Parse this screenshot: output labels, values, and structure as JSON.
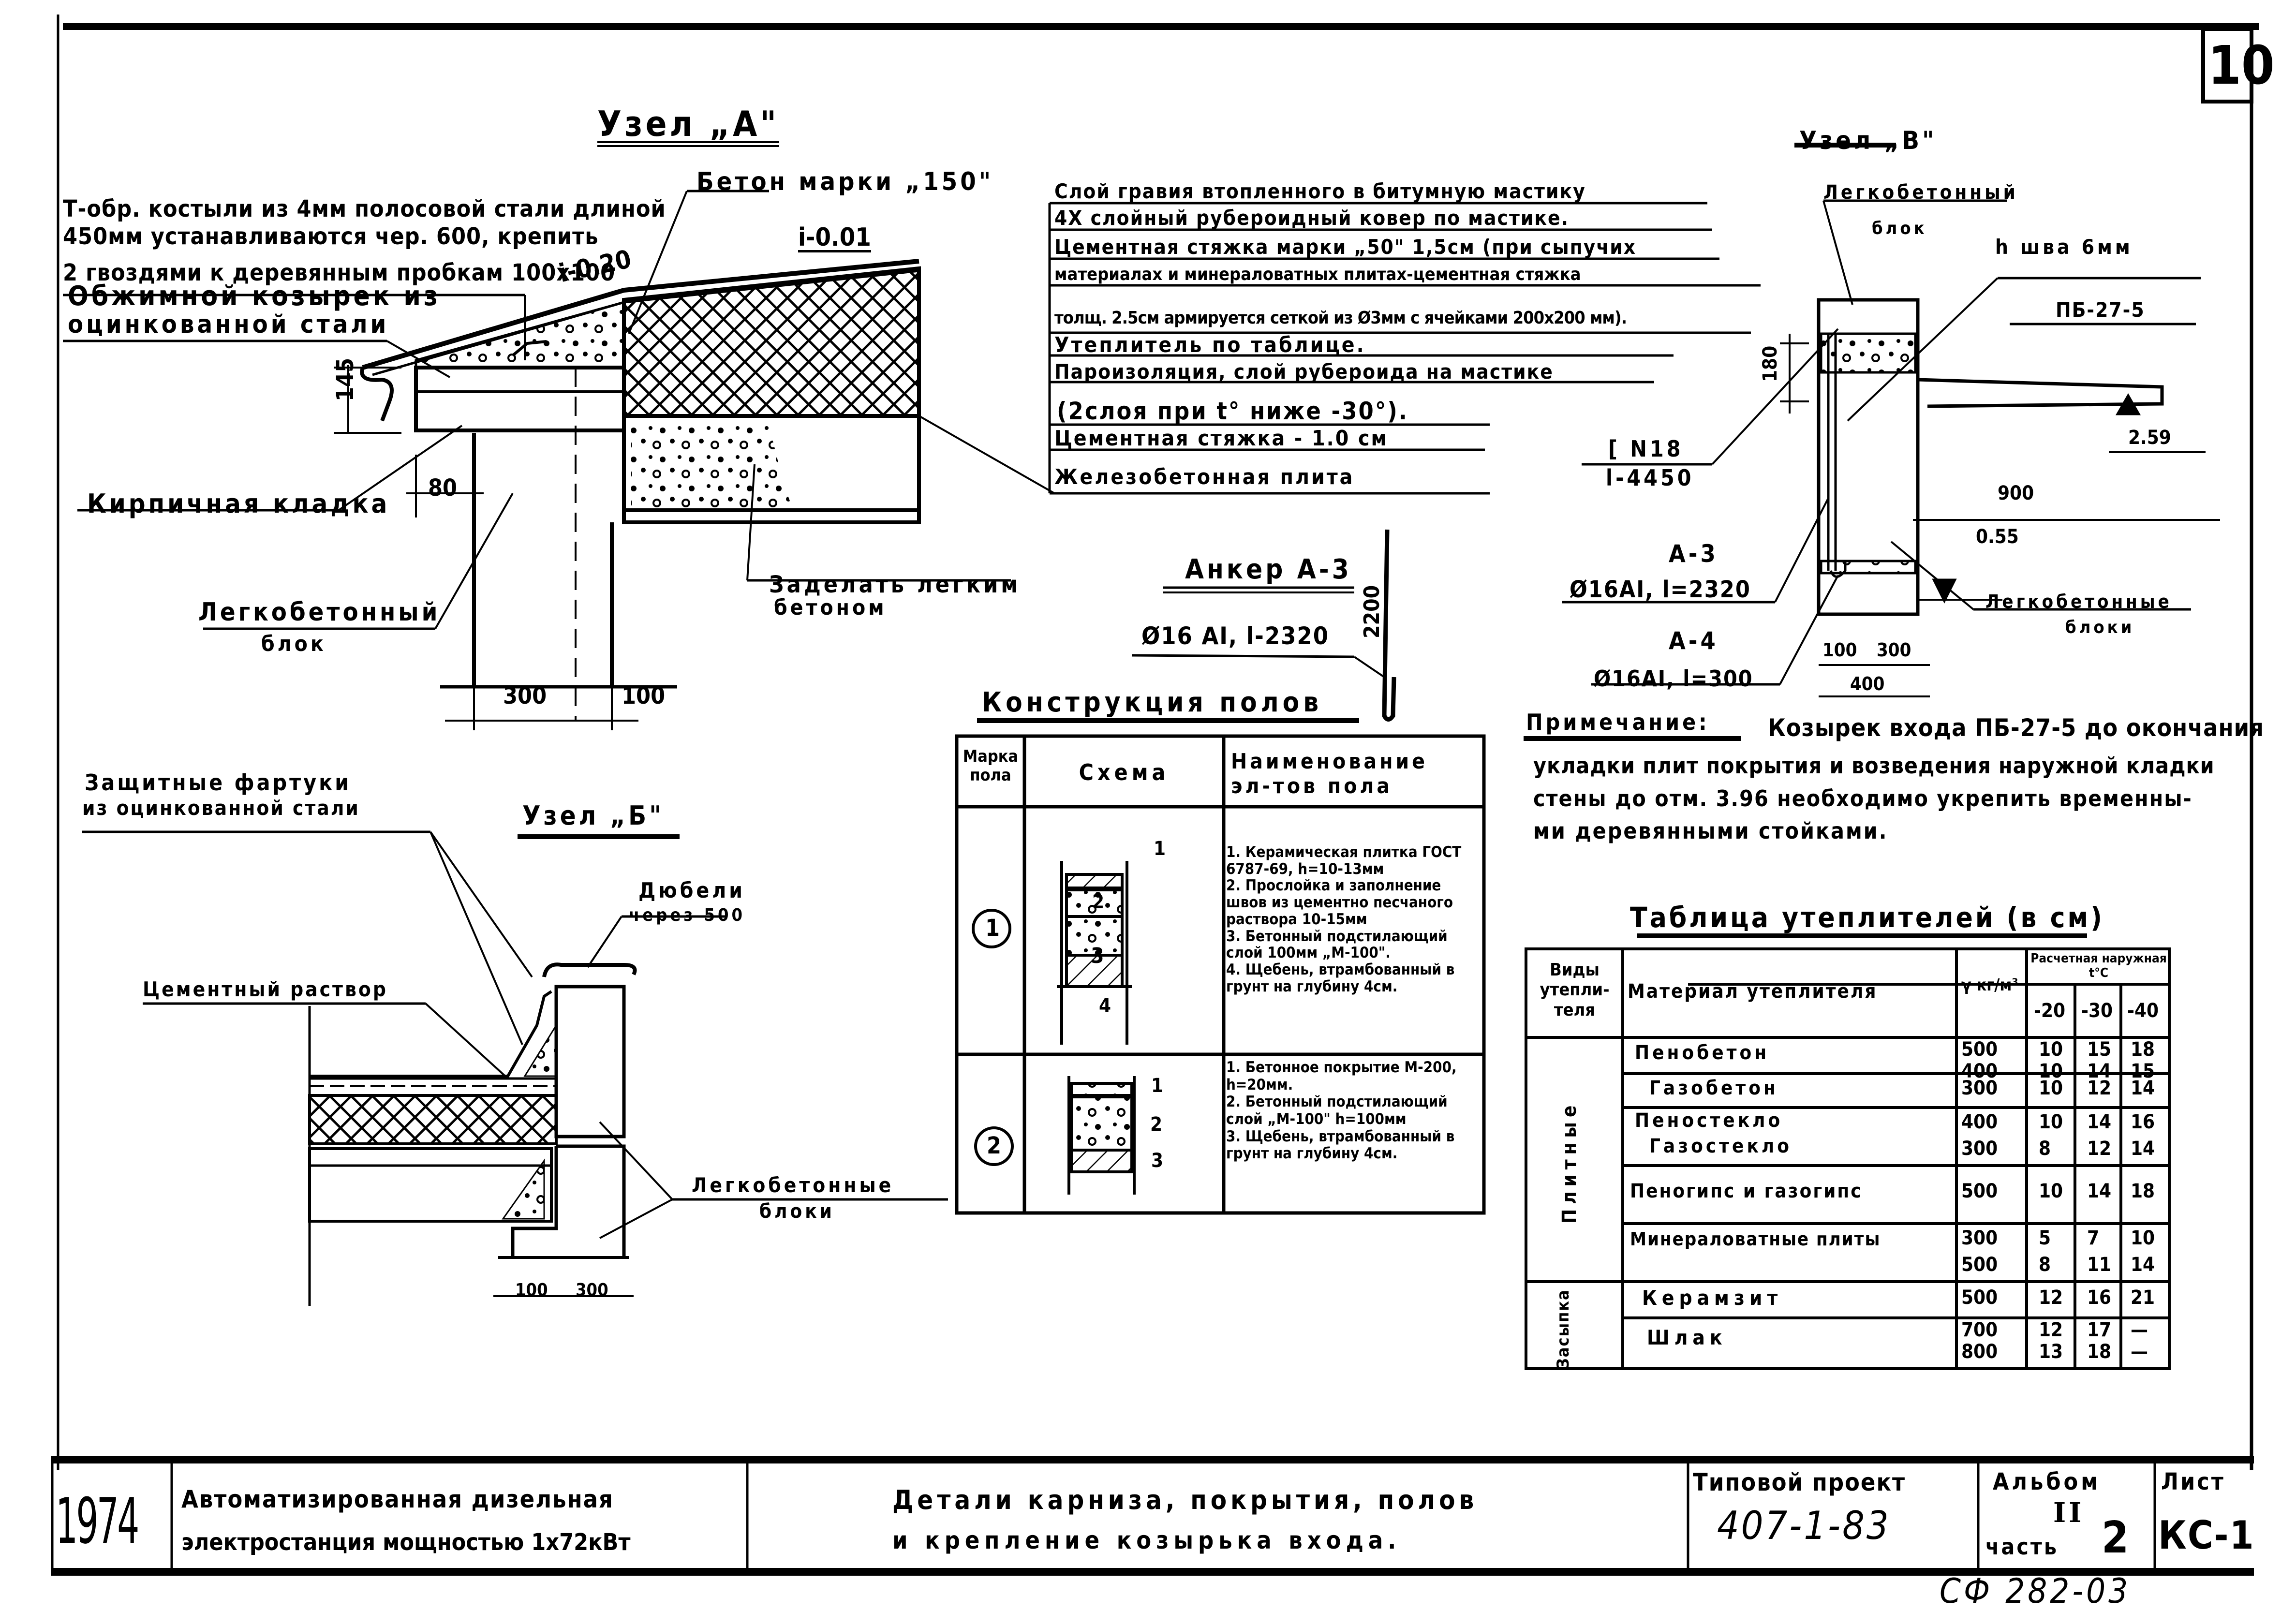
{
  "sheet": {
    "sheet_number": "10",
    "year": "1974",
    "project_name_line1": "Автоматизированная дизельная",
    "project_name_line2": "электростанция мощностью 1х72кВт",
    "drawing_title_line1": "Детали карниза, покрытия, полов",
    "drawing_title_line2": "и крепление козырька входа.",
    "typical_project_label": "Типовой проект",
    "typical_project_value": "407-1-83",
    "album_label": "Альбом",
    "album_value": "II",
    "part_label": "часть",
    "part_value": "2",
    "sheet_label": "Лист",
    "sheet_value": "КС-1",
    "archive_number": "СФ 282-03"
  },
  "node_a": {
    "title": "Узел „А\"",
    "note_bracket_line1": "Т-обр. костыли из 4мм полосовой стали длиной",
    "note_bracket_line2": "450мм устанавливаются чер. 600, крепить",
    "note_bracket_line3": "2 гвоздями к деревянным пробкам 100х100",
    "note_visor_line1": "Обжимной козырек из",
    "note_visor_line2": "оцинкованной стали",
    "concrete_label": "Бетон марки „150\"",
    "slope_1": "i-0.20",
    "slope_2": "i-0.01",
    "dim_145": "145",
    "dim_80": "80",
    "dim_300": "300",
    "dim_100": "100",
    "brick_label": "Кирпичная кладка",
    "block_label_line1": "Легкобетонный",
    "block_label_line2": "блок",
    "fill_label_line1": "Заделать легким",
    "fill_label_line2": "бетоном"
  },
  "roof_layers": [
    "Слой гравия втопленного в битумную мастику",
    "4Х слойный рубероидный ковер по мастике.",
    "Цементная стяжка марки „50\" 1,5см (при сыпучих",
    "материалах и минераловатных плитах-цементная стяжка",
    "толщ. 2.5см армируется сеткой из Ø3мм с ячейками 200х200 мм).",
    "Утеплитель по таблице.",
    "Пароизоляция, слой рубероида на мастике",
    "(2слоя при t° ниже -30°).",
    "Цементная стяжка - 1.0 см",
    "Железобетонная плита"
  ],
  "anchor": {
    "title": "Анкер А-3",
    "spec": "Ø16 AI, l-2320",
    "dim": "2200"
  },
  "node_v": {
    "title": "Узел „В\"",
    "block_label_line1": "Легкобетонный",
    "block_label_line2": "блок",
    "seam_label": "h шва 6мм",
    "slab_label": "ПБ-27-5",
    "channel_line1": "[ N18",
    "channel_line2": "l-4450",
    "dim_180": "180",
    "level_259": "2.59",
    "dim_900": "900",
    "level_055": "0.55",
    "a3_line1": "А-3",
    "a3_line2": "Ø16AI, l=2320",
    "a4_line1": "А-4",
    "a4_line2": "Ø16AI, l=300",
    "blocks_label_line1": "Легкобетонные",
    "blocks_label_line2": "блоки",
    "dim_100": "100",
    "dim_300": "300",
    "dim_400": "400"
  },
  "note": {
    "label": "Примечание:",
    "line1": "Козырек входа ПБ-27-5 до окончания",
    "line2": "укладки плит покрытия и возведения наружной кладки",
    "line3": "стены до отм. 3.96 необходимо укрепить временны-",
    "line4": "ми деревянными стойками."
  },
  "node_b": {
    "title": "Узел „Б\"",
    "aprons_line1": "Защитные фартуки",
    "aprons_line2": "из оцинкованной стали",
    "dowels_line1": "Дюбели",
    "dowels_line2": "через 500",
    "mortar_label": "Цементный раствор",
    "blocks_line1": "Легкобетонные",
    "blocks_line2": "блоки",
    "dim_100": "100",
    "dim_300": "300"
  },
  "floors_table": {
    "title": "Конструкция полов",
    "headers": [
      "Марка пола",
      "Схема",
      "Наименование эл-тов пола"
    ],
    "rows": [
      {
        "mark": "1",
        "layer_numbers": [
          "1",
          "2",
          "3",
          "4"
        ],
        "elements": [
          "1. Керамическая плитка ГОСТ 6787-69, h=10-13мм",
          "2. Прослойка и заполнение швов из цементно песчаного раствора 10-15мм",
          "3. Бетонный подстилающий слой 100мм „М-100\".",
          "4. Щебень, втрамбованный в грунт на глубину 4см."
        ]
      },
      {
        "mark": "2",
        "layer_numbers": [
          "1",
          "2",
          "3"
        ],
        "elements": [
          "1. Бетонное покрытие М-200, h=20мм.",
          "2. Бетонный подстилающий слой „М-100\" h=100мм",
          "3. Щебень, втрамбованный в грунт на глубину 4см."
        ]
      }
    ]
  },
  "insulation_table": {
    "title": "Таблица утеплителей (в см)",
    "headers": {
      "type": "Виды утепли-теля",
      "material": "Материал утеплителя",
      "density": "γ кг/м³",
      "temp_group": "Расчетная наружная t°C",
      "temps": [
        "-20",
        "-30",
        "-40"
      ]
    },
    "groups": [
      {
        "type": "Плитные",
        "rows": [
          {
            "material": "Пенобетон / газобетон",
            "densities": [
              "500",
              "400",
              "300"
            ],
            "t20": [
              "10",
              "10",
              "10"
            ],
            "t30": [
              "15",
              "14",
              "12"
            ],
            "t40": [
              "18",
              "15",
              "14"
            ]
          },
          {
            "material": "Пеностекло / газостекло",
            "densities": [
              "400",
              "300"
            ],
            "t20": [
              "10",
              "8"
            ],
            "t30": [
              "14",
              "12"
            ],
            "t40": [
              "16",
              "14"
            ]
          },
          {
            "material": "Пеногипс и газогипс",
            "densities": [
              "500"
            ],
            "t20": [
              "10"
            ],
            "t30": [
              "14"
            ],
            "t40": [
              "18"
            ]
          },
          {
            "material": "Минераловатные плиты",
            "densities": [
              "300",
              "500"
            ],
            "t20": [
              "5",
              "8"
            ],
            "t30": [
              "7",
              "11"
            ],
            "t40": [
              "10",
              "14"
            ]
          }
        ]
      },
      {
        "type": "Засыпка",
        "rows": [
          {
            "material": "Керамзит",
            "densities": [
              "500"
            ],
            "t20": [
              "12"
            ],
            "t30": [
              "16"
            ],
            "t40": [
              "21"
            ]
          },
          {
            "material": "Шлак",
            "densities": [
              "700",
              "800"
            ],
            "t20": [
              "12",
              "13"
            ],
            "t30": [
              "17",
              "18"
            ],
            "t40": [
              "—",
              "—"
            ]
          }
        ]
      }
    ],
    "material_labels": {
      "penobeton": "Пенобетон",
      "gazobeton": "Газобетон",
      "penosteklo": "Пеностекло",
      "gazosteklo": "Газостекло"
    }
  }
}
